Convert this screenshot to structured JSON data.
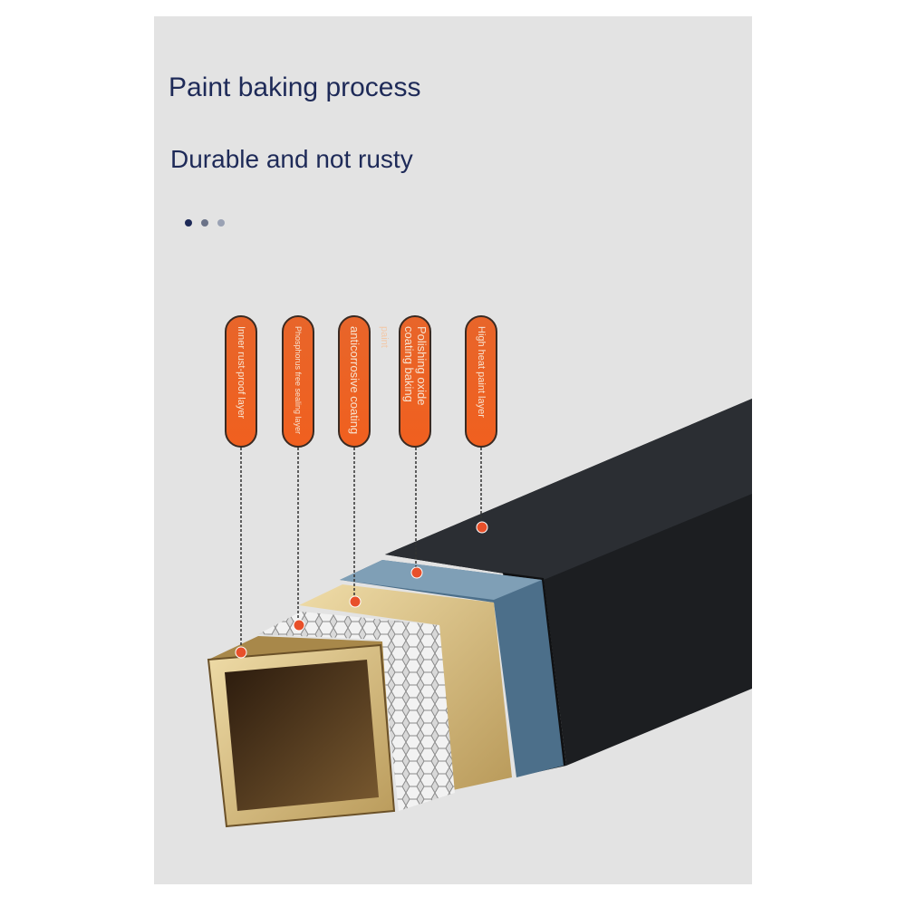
{
  "heading": {
    "title": "Paint baking process",
    "subtitle": "Durable and not rusty"
  },
  "carousel_dots": {
    "count": 3,
    "active_index": 0
  },
  "layers": [
    {
      "label": "Inner rust-proof layer"
    },
    {
      "label": "Phosphorus free sealing layer"
    },
    {
      "label": "anticorrosive coating"
    },
    {
      "label": "Polishing oxide coating baking"
    },
    {
      "label": "High heat paint layer"
    }
  ],
  "ghost_text": "paint",
  "colors": {
    "accent": "#ec5f22",
    "title": "#1e2a58",
    "background": "#e3e3e3"
  }
}
